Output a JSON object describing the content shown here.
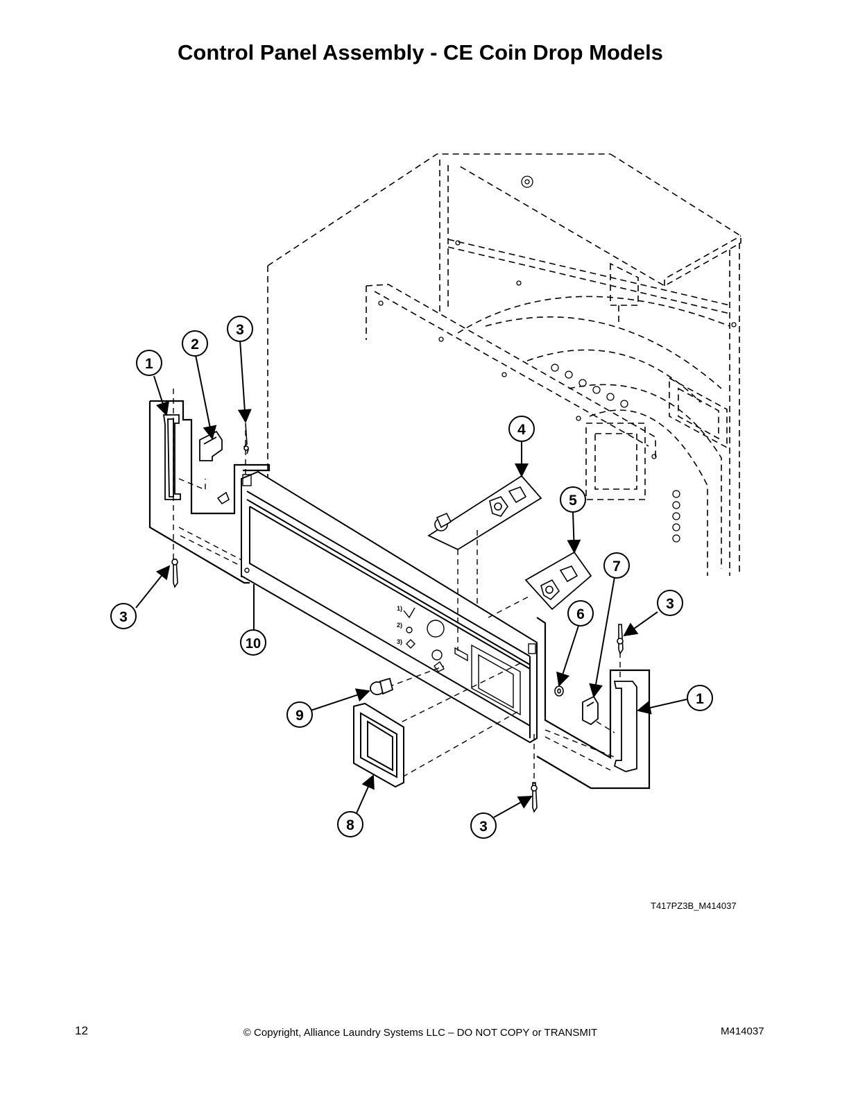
{
  "title": "Control Panel Assembly - CE Coin Drop Models",
  "figure_id": "T417PZ3B_M414037",
  "footer": {
    "page_number": "12",
    "copyright": "© Copyright, Alliance Laundry Systems LLC – DO NOT COPY or TRANSMIT",
    "doc_number": "M414037"
  },
  "callouts": {
    "c1_left": "1",
    "c2": "2",
    "c3_top": "3",
    "c3_left": "3",
    "c3_right": "3",
    "c3_bottom": "3",
    "c4": "4",
    "c5": "5",
    "c6": "6",
    "c7": "7",
    "c1_right": "1",
    "c8": "8",
    "c9": "9",
    "c10": "10"
  }
}
